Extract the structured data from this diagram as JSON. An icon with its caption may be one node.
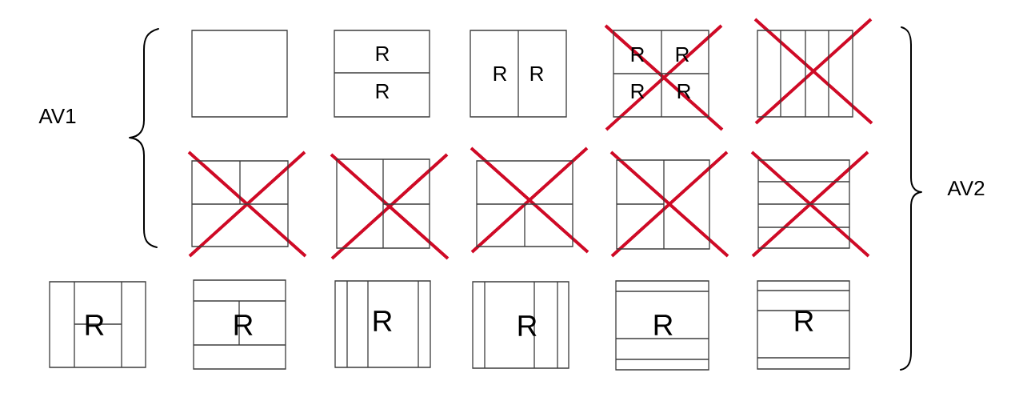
{
  "diagram": {
    "nodes": [
      {
        "text": [],
        "shape": "box"
      },
      {
        "text": [
          "R",
          "R"
        ]
      },
      {
        "text": [
          "R",
          "R"
        ]
      },
      {
        "text": [
          "R",
          "R",
          "R",
          "R"
        ]
      },
      {
        "text": [],
        "shape": "box"
      },
      {
        "text": [],
        "shape": "box"
      },
      {
        "text": [],
        "shape": "box"
      },
      {
        "text": [],
        "shape": "box"
      },
      {
        "text": [],
        "shape": "box"
      },
      {
        "text": [],
        "shape": "box"
      },
      {
        "text": [
          "R"
        ]
      },
      {
        "text": [
          "R"
        ]
      },
      {
        "text": [
          "R"
        ]
      },
      {
        "text": [
          "R"
        ]
      },
      {
        "text": [
          "R"
        ]
      },
      {
        "text": [
          "R"
        ]
      }
    ],
    "labels": [
      "AV1",
      "AV2"
    ]
  }
}
